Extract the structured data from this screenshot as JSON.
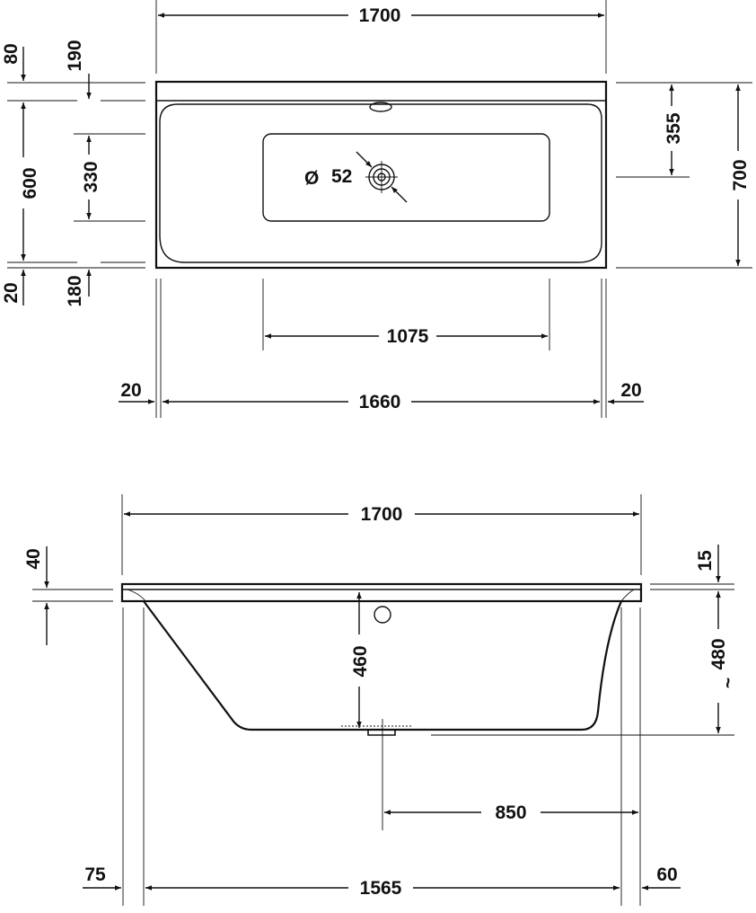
{
  "top_view": {
    "total_length": "1700",
    "inner_length": "1660",
    "rim_left": "20",
    "rim_right": "20",
    "flat_bottom_length": "1075",
    "total_width": "700",
    "left_edge_offset": "80",
    "left_wall_offset": "190",
    "inner_width": "600",
    "flat_bottom_width": "330",
    "bottom_rim": "20",
    "bottom_wall_offset": "180",
    "drain_position": "355",
    "drain_diameter": "52",
    "diameter_symbol": "Ø"
  },
  "side_view": {
    "total_length": "1700",
    "rim_thickness": "40",
    "rim_lip": "15",
    "depth": "460",
    "height_approx": "480",
    "approx_symbol": "~",
    "drain_distance": "850",
    "foot_left": "75",
    "foot_right": "60",
    "foot_span": "1565"
  },
  "colors": {
    "line": "#111111",
    "background": "#ffffff"
  }
}
